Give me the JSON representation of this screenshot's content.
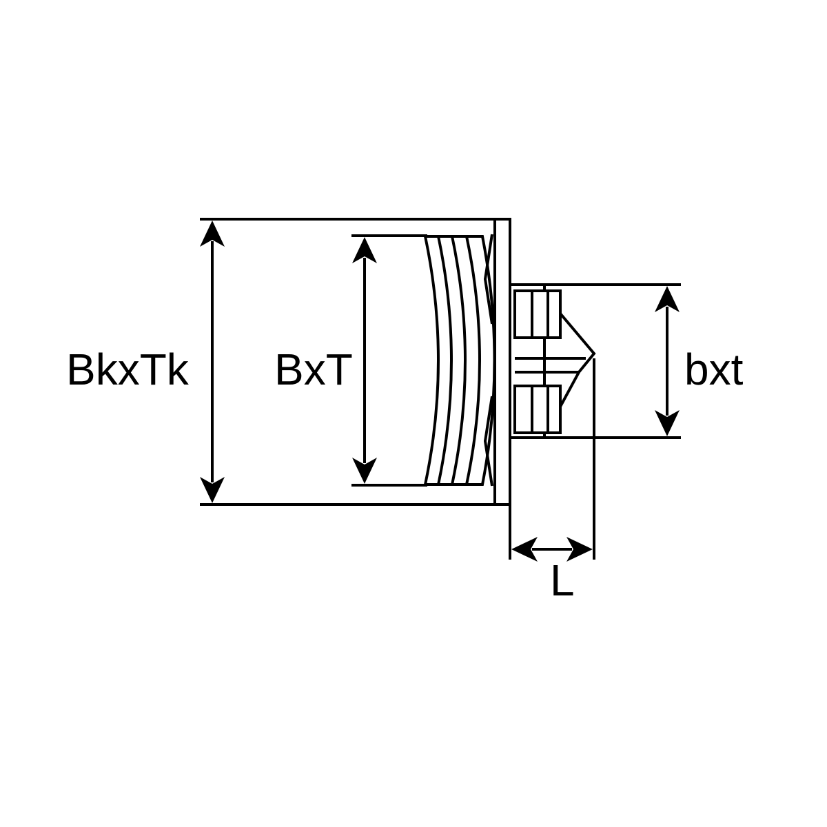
{
  "labels": {
    "outer_size": "BkxTk",
    "inner_size": "BxT",
    "spigot_size": "bxt",
    "length": "L"
  },
  "colors": {
    "line": "#000000",
    "background": "#ffffff"
  }
}
